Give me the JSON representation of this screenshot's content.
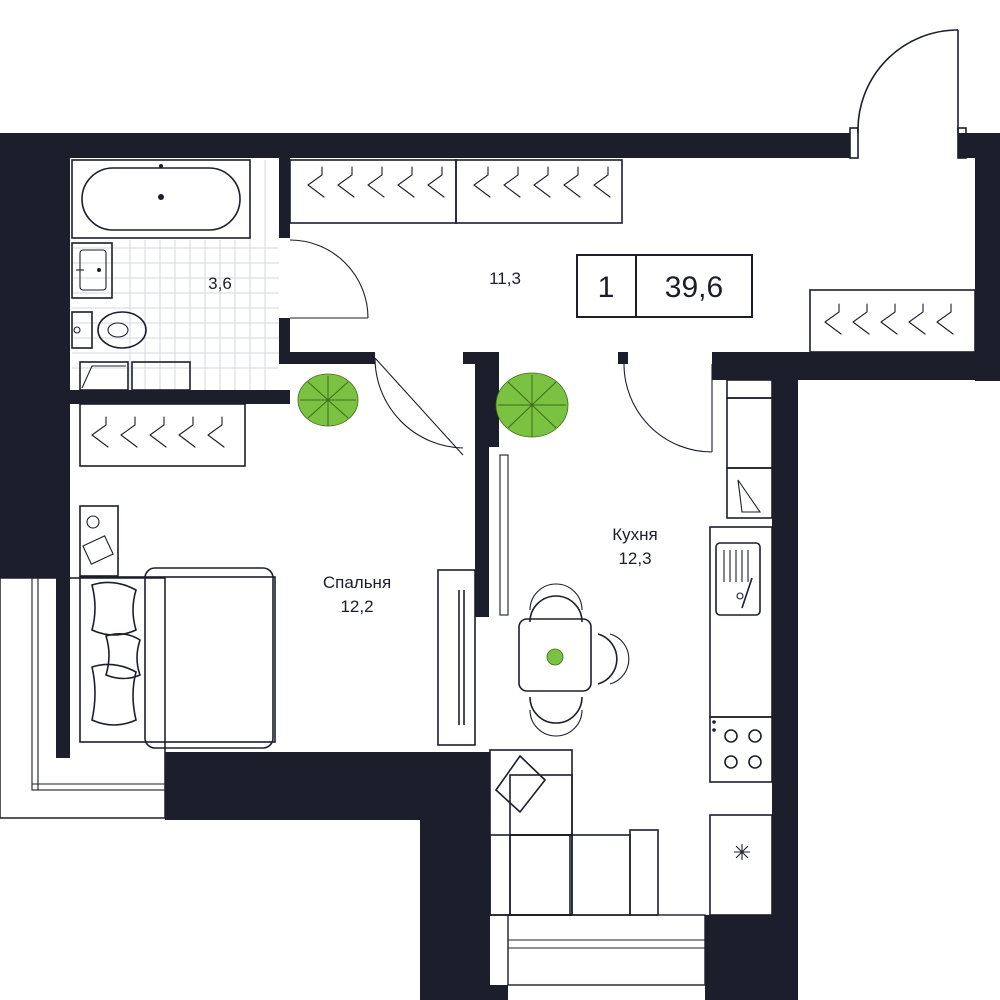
{
  "plan": {
    "rooms": [
      {
        "id": "bathroom",
        "area": "3,6"
      },
      {
        "id": "hallway",
        "area": "11,3"
      },
      {
        "id": "bedroom",
        "name": "Спальня",
        "area": "12,2"
      },
      {
        "id": "kitchen",
        "name": "Кухня",
        "area": "12,3"
      }
    ],
    "summary": {
      "rooms_count": "1",
      "total_area": "39,6"
    },
    "colors": {
      "walls": "#1c1e2b",
      "plants": "#7cc242",
      "background": "#ffffff"
    },
    "icons": [
      "bathtub-icon",
      "sink-icon",
      "toilet-icon",
      "washing-machine-icon",
      "wardrobe-icon",
      "plant-icon",
      "bed-icon",
      "dining-table-icon",
      "sofa-icon",
      "kitchen-sink-icon",
      "stove-icon",
      "fridge-icon",
      "door-icon"
    ]
  }
}
